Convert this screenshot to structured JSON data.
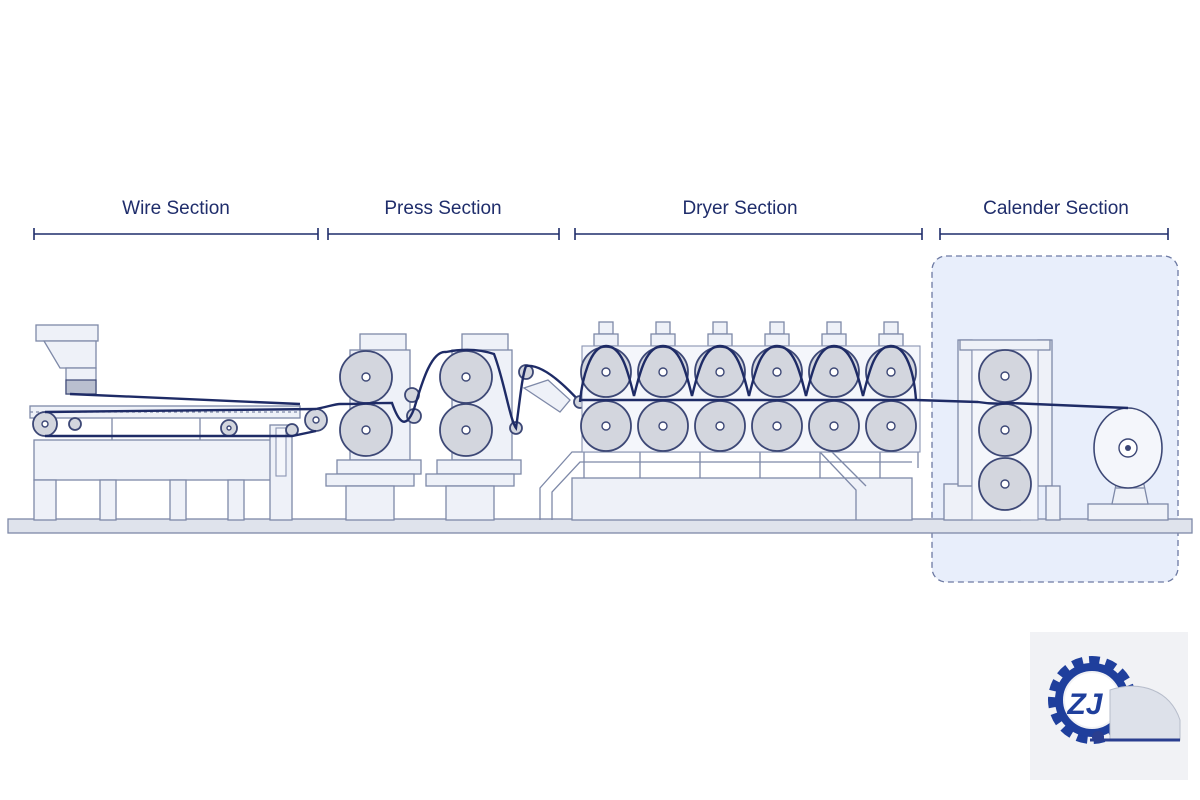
{
  "sections": [
    {
      "id": "wire",
      "label": "Wire Section"
    },
    {
      "id": "press",
      "label": "Press Section"
    },
    {
      "id": "dryer",
      "label": "Dryer Section"
    },
    {
      "id": "calender",
      "label": "Calender Section"
    }
  ],
  "highlighted_section": "calender",
  "logo": {
    "text": "ZJ",
    "icon": "gear-logo-icon"
  },
  "colors": {
    "label": "#1f2d6b",
    "web": "#1e2b66",
    "roll_fill": "#d3d6de",
    "highlight": "#e8eefb"
  }
}
